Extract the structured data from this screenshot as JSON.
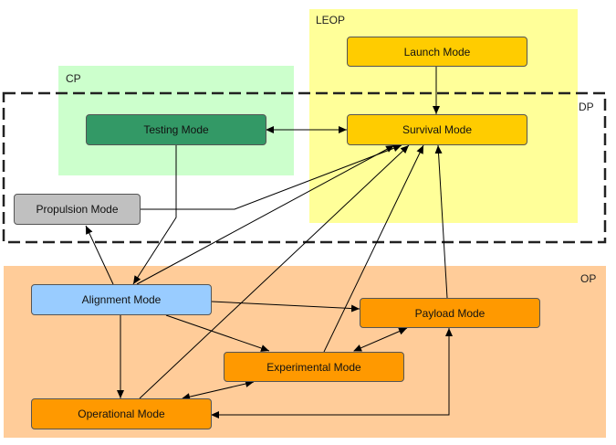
{
  "regions": {
    "leop": {
      "label": "LEOP",
      "color": "#ffff99"
    },
    "cp": {
      "label": "CP",
      "color": "#ccffcc"
    },
    "dp": {
      "label": "DP"
    },
    "op": {
      "label": "OP",
      "color": "#ffcc99"
    }
  },
  "modes": {
    "launch": {
      "label": "Launch Mode",
      "color": "#ffcc00"
    },
    "survival": {
      "label": "Survival Mode",
      "color": "#ffcc00"
    },
    "testing": {
      "label": "Testing Mode",
      "color": "#339966"
    },
    "propulsion": {
      "label": "Propulsion Mode",
      "color": "#c0c0c0"
    },
    "alignment": {
      "label": "Alignment Mode",
      "color": "#99ccff"
    },
    "payload": {
      "label": "Payload Mode",
      "color": "#ff9900"
    },
    "experimental": {
      "label": "Experimental Mode",
      "color": "#ff9900"
    },
    "operational": {
      "label": "Operational Mode",
      "color": "#ff9900"
    }
  }
}
